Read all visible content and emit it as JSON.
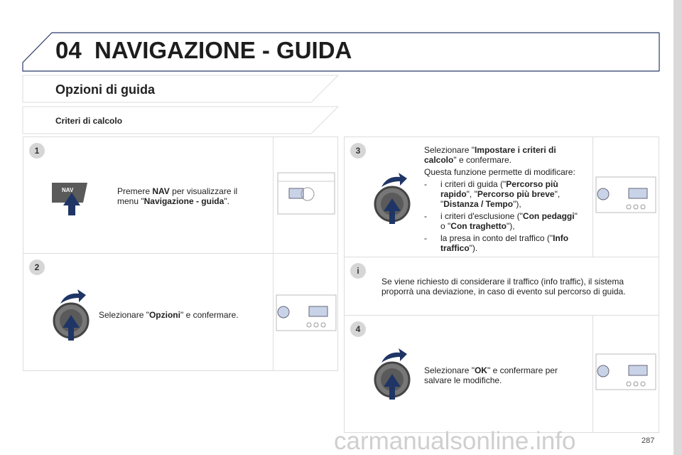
{
  "header": {
    "chapter": "04",
    "title": "NAVIGAZIONE - GUIDA"
  },
  "section": {
    "title": "Opzioni di guida",
    "subtitle": "Criteri di calcolo"
  },
  "steps": [
    {
      "badge": "1",
      "icon": "nav-button-icon",
      "nav_label": "NAV",
      "text": [
        "Premere ",
        "NAV",
        " per visualizzare il menu \"",
        "Navigazione - guida",
        "\"."
      ]
    },
    {
      "badge": "2",
      "icon": "rotary-knob-icon",
      "text": [
        "Selezionare \"",
        "Opzioni",
        "\" e confermare."
      ]
    },
    {
      "badge": "3",
      "icon": "rotary-knob-icon",
      "intro": [
        "Selezionare \"",
        "Impostare i criteri di calcolo",
        "\" e confermare."
      ],
      "line2": "Questa funzione permette di modificare:",
      "items": [
        [
          "i criteri di guida (\"",
          "Percorso più rapido",
          "\", \"",
          "Percorso più breve",
          "\", \"",
          "Distanza / Tempo",
          "\"),"
        ],
        [
          "i criteri d'esclusione (\"",
          "Con pedaggi",
          "\" o \"",
          "Con traghetto",
          "\"),"
        ],
        [
          "la presa in conto del traffico (\"",
          "Info traffico",
          "\")."
        ]
      ]
    },
    {
      "badge": "4",
      "icon": "rotary-knob-icon",
      "text": [
        "Selezionare \"",
        "OK",
        "\" e confermare per salvare le modifiche."
      ]
    }
  ],
  "info": {
    "badge": "i",
    "text": "Se viene richiesto di considerare il traffico (info traffic), il sistema proporrà una deviazione, in caso di evento sul percorso di guida."
  },
  "page_number": "287",
  "watermark": "carmanualsonline.info",
  "colors": {
    "accent": "#2b3a6b",
    "knob": "#555555",
    "arrow": "#1f3566"
  }
}
